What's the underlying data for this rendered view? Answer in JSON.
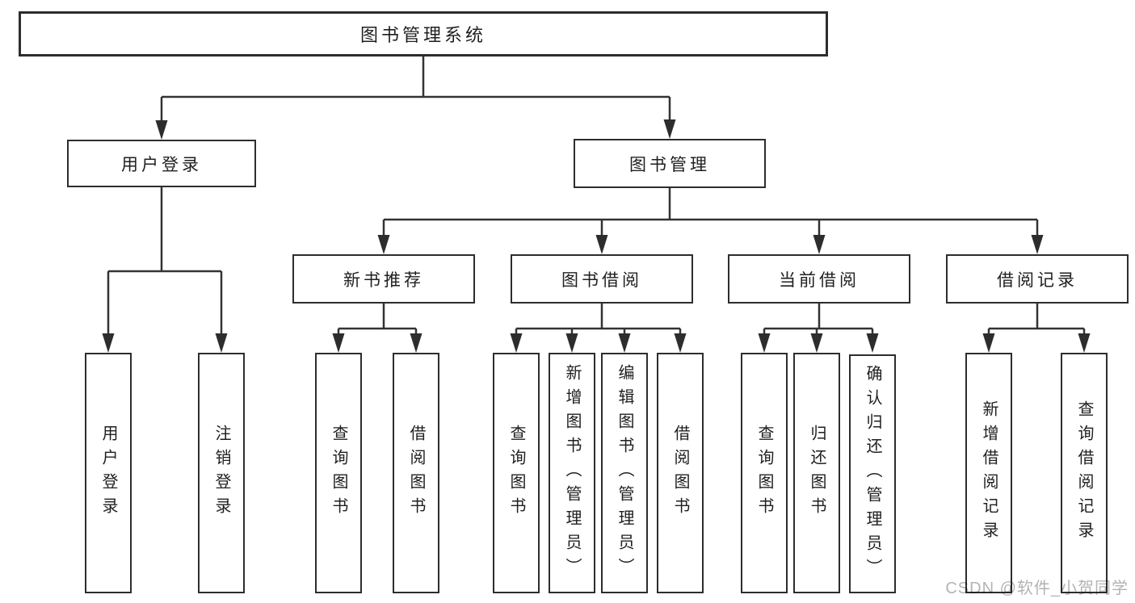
{
  "tree": {
    "label": "图书管理系统",
    "children": [
      {
        "label": "用户登录",
        "children": [
          {
            "label": "用户登录"
          },
          {
            "label": "注销登录"
          }
        ]
      },
      {
        "label": "图书管理",
        "children": [
          {
            "label": "新书推荐",
            "children": [
              {
                "label": "查询图书"
              },
              {
                "label": "借阅图书"
              }
            ]
          },
          {
            "label": "图书借阅",
            "children": [
              {
                "label": "查询图书"
              },
              {
                "label": "新增图书（管理员）"
              },
              {
                "label": "编辑图书（管理员）"
              },
              {
                "label": "借阅图书"
              }
            ]
          },
          {
            "label": "当前借阅",
            "children": [
              {
                "label": "查询图书"
              },
              {
                "label": "归还图书"
              },
              {
                "label": "确认归还（管理员）"
              }
            ]
          },
          {
            "label": "借阅记录",
            "children": [
              {
                "label": "新增借阅记录"
              },
              {
                "label": "查询借阅记录"
              }
            ]
          }
        ]
      }
    ]
  },
  "watermark": {
    "text": "CSDN @软件_小贺同学",
    "color": "#b3b3b3"
  },
  "colors": {
    "line": "#333333",
    "box_border": "#2d2d2d",
    "background": "#ffffff",
    "text": "#1f1f1f"
  }
}
